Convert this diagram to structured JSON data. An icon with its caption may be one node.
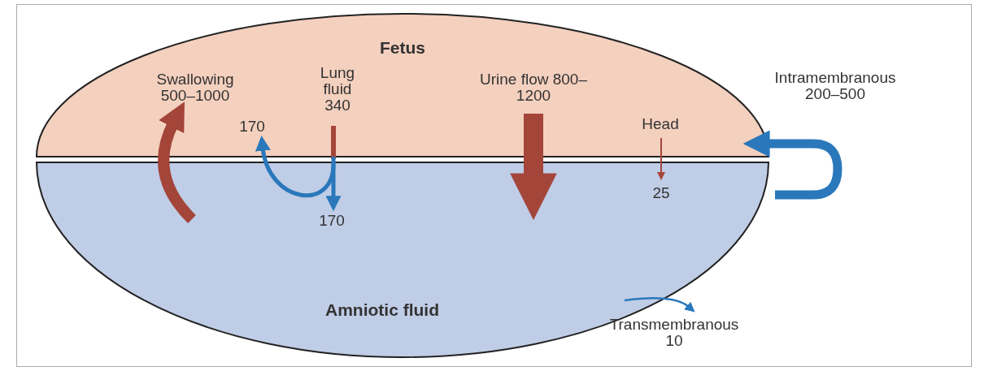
{
  "diagram": {
    "nodes": [
      {
        "text": [
          "Fetus"
        ]
      },
      {
        "text": [
          "Amniotic fluid"
        ]
      }
    ],
    "edges": [
      {
        "from": 1,
        "to": 0,
        "arrow": "to",
        "label": "Swallowing 500–1000",
        "style": "thick",
        "color": "#a4453a"
      },
      {
        "from": 0,
        "to": 1,
        "arrow": "to",
        "label": "170"
      },
      {
        "from": 1,
        "to": 0,
        "arrow": "to",
        "label": "170"
      },
      {
        "from": 0,
        "to": 1,
        "arrow": "to",
        "label": "Urine flow 800–1200",
        "style": "thick",
        "color": "#a4453a"
      },
      {
        "from": 0,
        "to": 1,
        "arrow": "to",
        "label": "Head",
        "color": "#a4453a"
      },
      {
        "from": 1,
        "to": 0,
        "arrow": "to",
        "label": "Intramembranous 200–500",
        "style": "thick"
      },
      {
        "from": 1,
        "to": null,
        "arrow": "to",
        "label": "Transmembranous 10"
      }
    ],
    "labels": [
      "Lung fluid 340",
      "25"
    ]
  }
}
